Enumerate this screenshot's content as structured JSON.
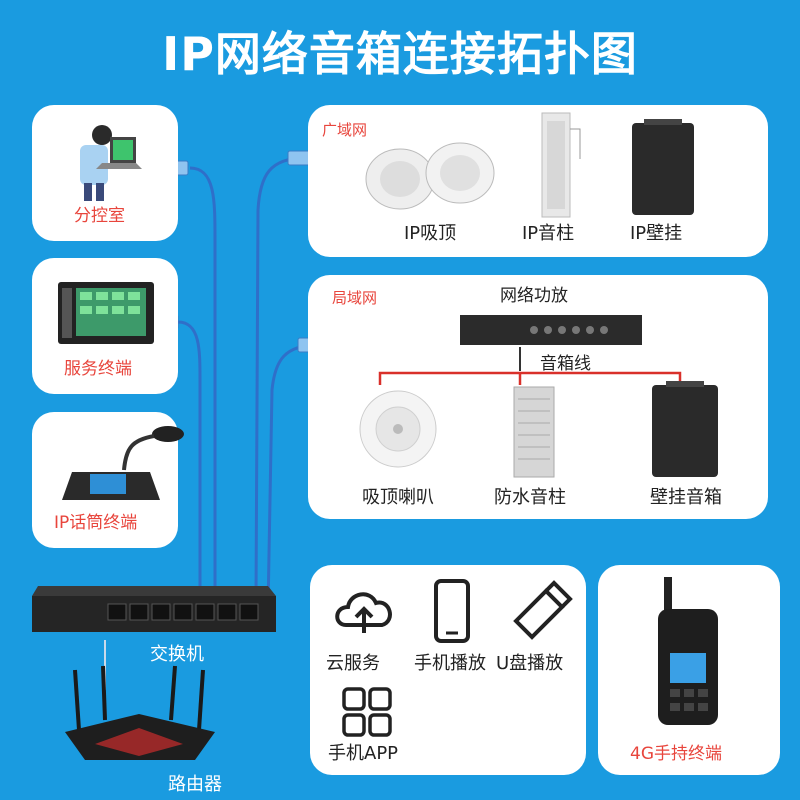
{
  "title": "IP网络音箱连接拓扑图",
  "terminals": {
    "branch_room": "分控室",
    "server": "服务终端",
    "mic": "IP话筒终端"
  },
  "wan": {
    "zone": "广域网",
    "items": [
      "IP吸顶",
      "IP音柱",
      "IP壁挂"
    ]
  },
  "lan": {
    "zone": "局域网",
    "amp": "网络功放",
    "cable": "音箱线",
    "items": [
      "吸顶喇叭",
      "防水音柱",
      "壁挂音箱"
    ]
  },
  "services": {
    "items": [
      "云服务",
      "手机播放",
      "U盘播放",
      "手机APP"
    ]
  },
  "handheld": "4G手持终端",
  "switch": "交换机",
  "router": "路由器",
  "colors": {
    "background": "#1a9be0",
    "accent_red": "#e8453c",
    "cable_blue": "#2b7bd6"
  }
}
